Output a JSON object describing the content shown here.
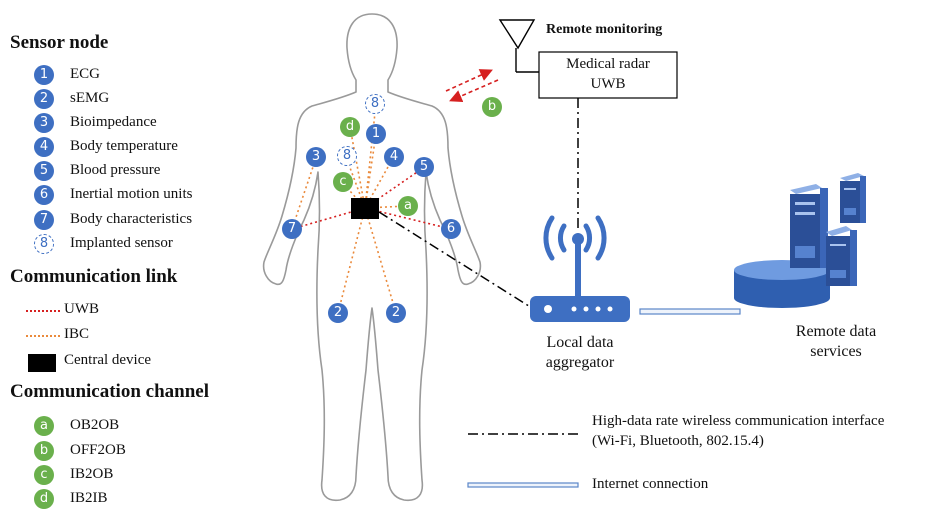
{
  "sensor_node": {
    "heading": "Sensor node",
    "items": [
      {
        "num": "1",
        "label": "ECG"
      },
      {
        "num": "2",
        "label": "sEMG"
      },
      {
        "num": "3",
        "label": "Bioimpedance"
      },
      {
        "num": "4",
        "label": "Body temperature"
      },
      {
        "num": "5",
        "label": "Blood pressure"
      },
      {
        "num": "6",
        "label": "Inertial motion units"
      },
      {
        "num": "7",
        "label": "Body characteristics"
      },
      {
        "num": "8",
        "label": "Implanted sensor"
      }
    ]
  },
  "communication_link": {
    "heading": "Communication link",
    "uwb": "UWB",
    "ibc": "IBC",
    "central": "Central device"
  },
  "communication_channel": {
    "heading": "Communication channel",
    "items": [
      {
        "letter": "a",
        "label": "OB2OB"
      },
      {
        "letter": "b",
        "label": "OFF2OB"
      },
      {
        "letter": "c",
        "label": "IB2OB"
      },
      {
        "letter": "d",
        "label": "IB2IB"
      }
    ]
  },
  "remote_monitoring": "Remote monitoring",
  "radar_line1": "Medical radar",
  "radar_line2": "UWB",
  "aggregator_line1": "Local data",
  "aggregator_line2": "aggregator",
  "services_line1": "Remote data",
  "services_line2": "services",
  "legend": {
    "wireless_line1": "High-data rate wireless communication interface",
    "wireless_line2": "(Wi-Fi, Bluetooth, 802.15.4)",
    "internet": "Internet connection"
  },
  "colors": {
    "sensor_blue": "#3e6fc2",
    "channel_green": "#6ab04c",
    "uwb_red": "#d62020",
    "ibc_orange": "#ea8a3c"
  }
}
